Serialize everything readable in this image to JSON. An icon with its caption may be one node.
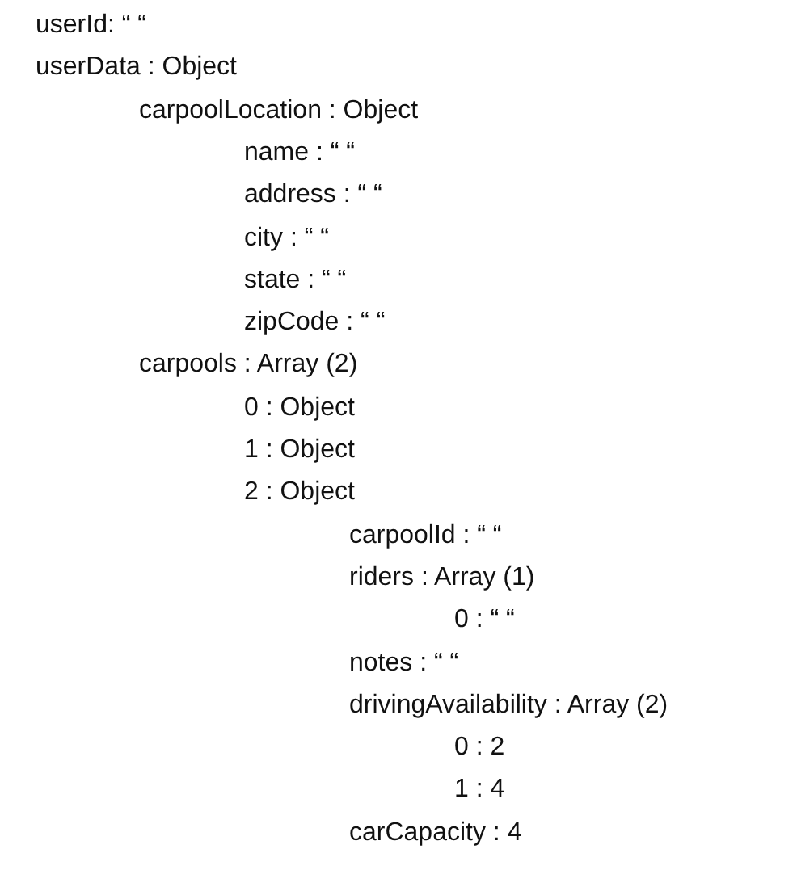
{
  "diagram": {
    "labels": [
      "userId: “ “",
      "userData : Object",
      "carpoolLocation : Object",
      "name : “ “",
      "address : “ “",
      "city : “ “",
      "state : “ “",
      "zipCode : “ “",
      "carpools : Array (2)",
      "0 : Object",
      "1 : Object",
      "2 : Object",
      "carpoolId : “ “",
      "riders : Array (1)",
      "0 : “ “",
      "notes : “ “",
      "drivingAvailability : Array (2)",
      "0 : 2",
      "1 : 4",
      "carCapacity : 4"
    ]
  }
}
